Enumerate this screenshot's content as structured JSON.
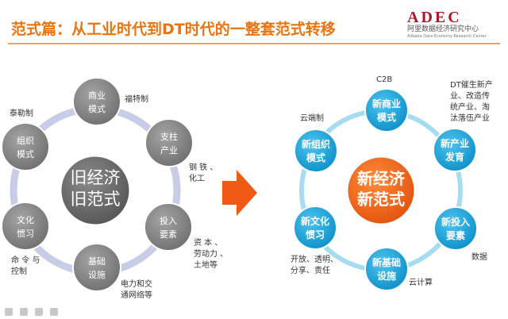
{
  "header": {
    "title": "范式篇：从工业时代到DT时代的一整套范式转移",
    "logo_mark": "ADEC",
    "logo_cn": "阿里数据经济研究中心",
    "logo_en": "Alibaba Data Economy Research Center"
  },
  "left_cycle": {
    "center_line1": "旧经济",
    "center_line2": "旧范式",
    "nodes": [
      {
        "line1": "商业",
        "line2": "模式"
      },
      {
        "line1": "支柱",
        "line2": "产业"
      },
      {
        "line1": "投入",
        "line2": "要素"
      },
      {
        "line1": "基础",
        "line2": "设施"
      },
      {
        "line1": "文化",
        "line2": "惯习"
      },
      {
        "line1": "组织",
        "line2": "模式"
      }
    ],
    "annotations": [
      {
        "lines": [
          "福特制"
        ]
      },
      {
        "lines": [
          "钢 铁 、",
          "化工"
        ]
      },
      {
        "lines": [
          "资 本 、",
          "劳动力 、",
          "土地等"
        ]
      },
      {
        "lines": [
          "电力和交",
          "通网络等"
        ]
      },
      {
        "lines": [
          "命 令 与",
          "控制"
        ]
      },
      {
        "lines": [
          "泰勒制"
        ]
      }
    ]
  },
  "right_cycle": {
    "center_line1": "新经济",
    "center_line2": "新范式",
    "nodes": [
      {
        "line1": "新商业",
        "line2": "模式"
      },
      {
        "line1": "新产业",
        "line2": "发育"
      },
      {
        "line1": "新投入",
        "line2": "要素"
      },
      {
        "line1": "新基础",
        "line2": "设施"
      },
      {
        "line1": "新文化",
        "line2": "惯习"
      },
      {
        "line1": "新组织",
        "line2": "模式"
      }
    ],
    "annotations": [
      {
        "lines": [
          "C2B"
        ]
      },
      {
        "lines": [
          "DT催生新产",
          "业、改造传",
          "统产业、淘",
          "汰落伍产业"
        ]
      },
      {
        "lines": [
          "数据"
        ]
      },
      {
        "lines": [
          "云计算"
        ]
      },
      {
        "lines": [
          "开放、透明、",
          "分享、责任"
        ]
      },
      {
        "lines": [
          "云端制"
        ]
      }
    ]
  },
  "colors": {
    "title": "#e9740f",
    "gray_ring": "#c7cde6",
    "gray_node": "#8a8a8a",
    "gray_center": "#666666",
    "blue_ring": "#a6dcf0",
    "blue_node": "#1fa6d8",
    "orange_center": "#f26a16",
    "arrow": "#f05a14"
  }
}
